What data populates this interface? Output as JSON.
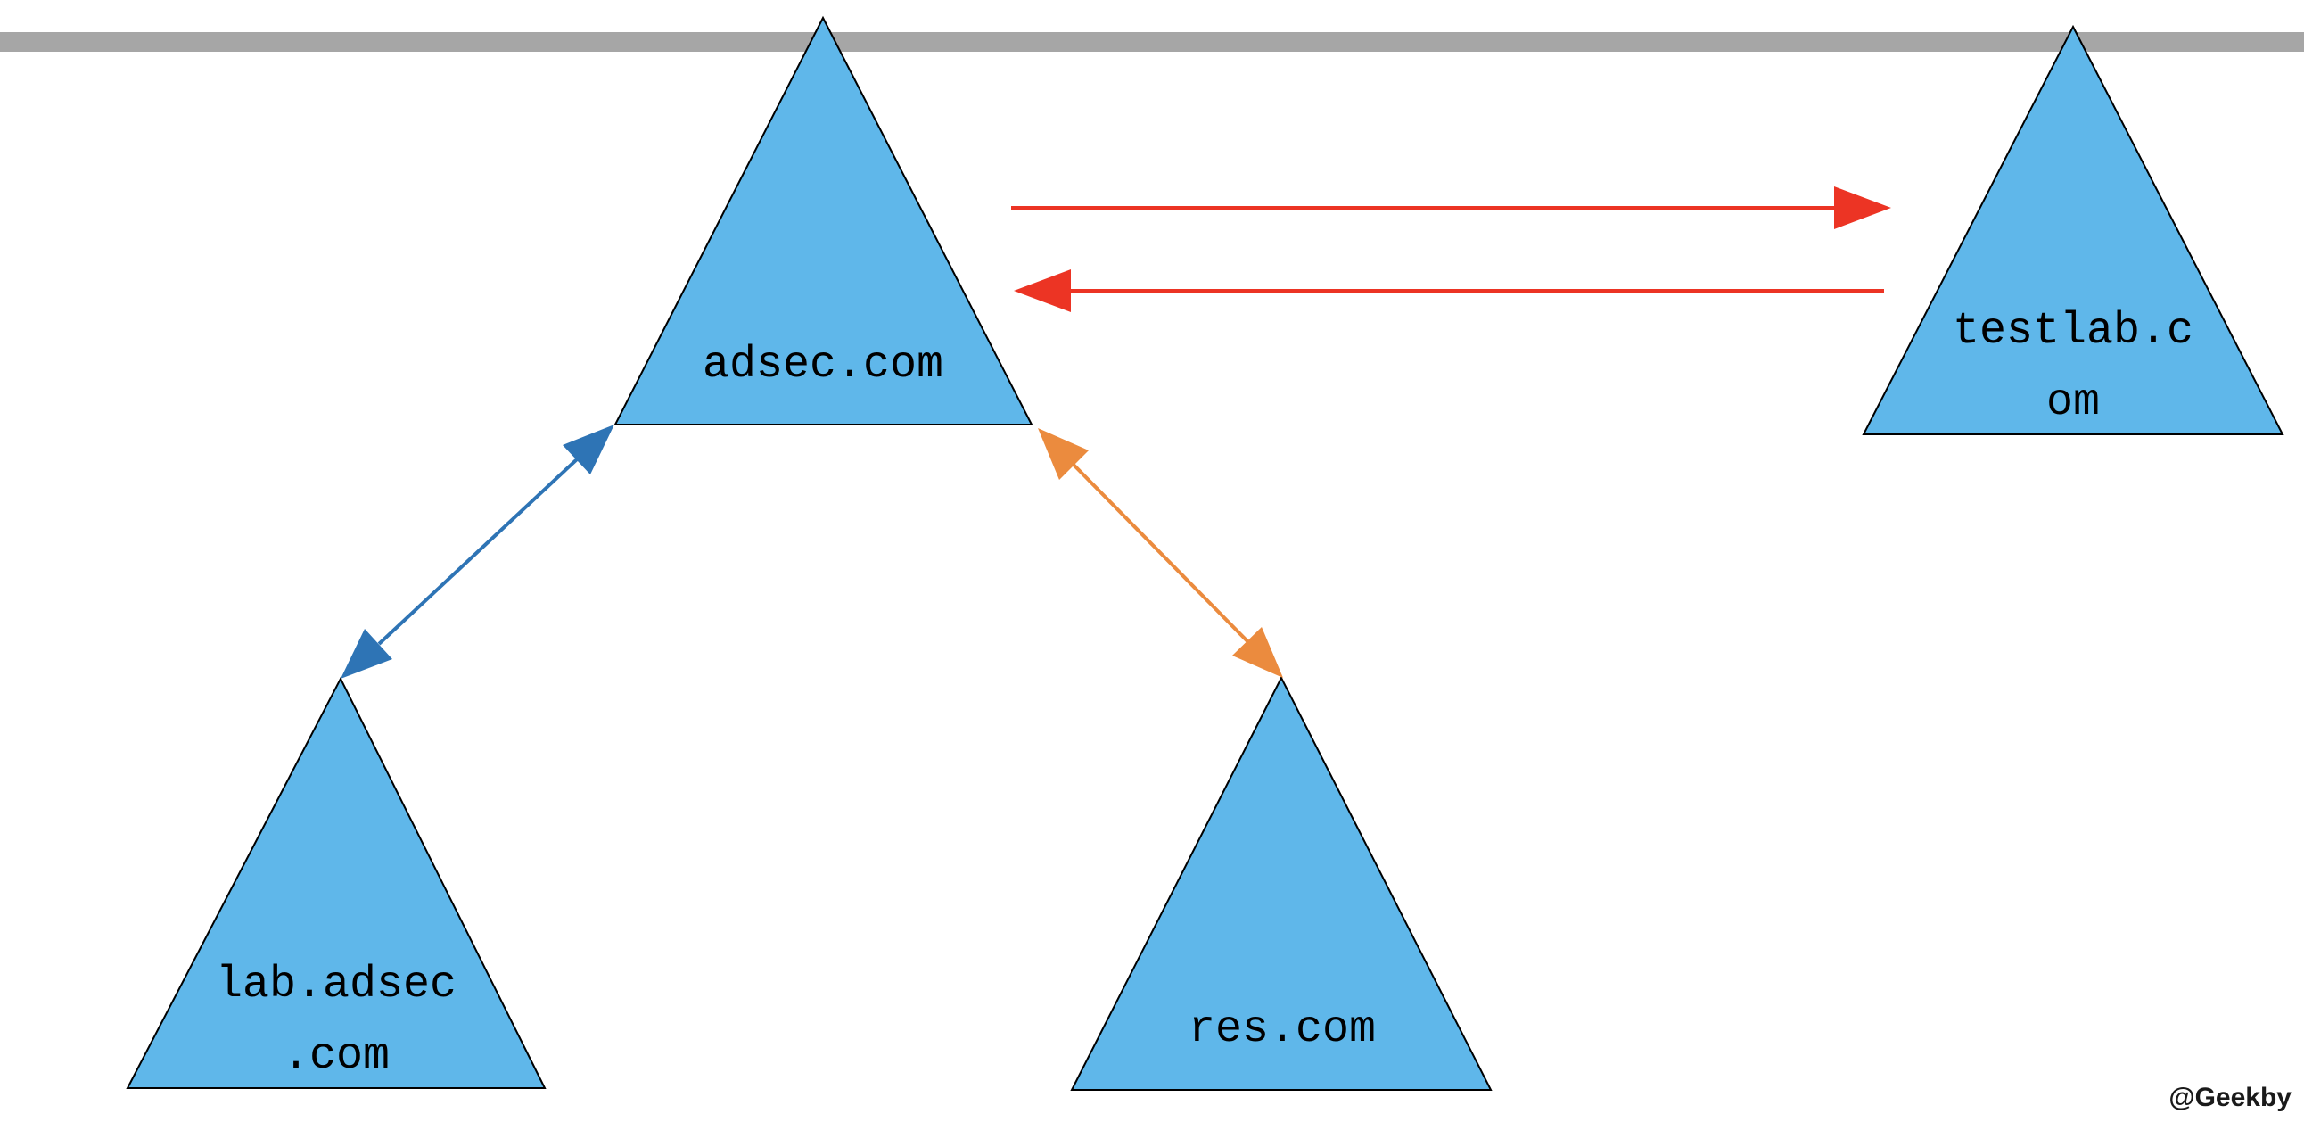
{
  "diagram": {
    "title_hint": "domain-trust-diagram",
    "background_color": "#ffffff",
    "top_bar_color": "#a6a6a6",
    "text_color": "#000000",
    "watermark": "@Geekby",
    "nodes": [
      {
        "id": "adsec",
        "label": "adsec.com",
        "fill": "#5fb7ea",
        "border": "#000000"
      },
      {
        "id": "testlab",
        "label": "testlab.c\nom",
        "fill": "#5fb7ea",
        "border": "#000000"
      },
      {
        "id": "lab",
        "label": "lab.adsec\n.com",
        "fill": "#5fb7ea",
        "border": "#000000"
      },
      {
        "id": "res",
        "label": "res.com",
        "fill": "#5fb7ea",
        "border": "#000000"
      }
    ],
    "edges": [
      {
        "id": "adsec-to-testlab",
        "from": "adsec.com",
        "to": "testlab.com",
        "direction": "one-way-right",
        "color": "#ec3424"
      },
      {
        "id": "testlab-to-adsec",
        "from": "testlab.com",
        "to": "adsec.com",
        "direction": "one-way-left",
        "color": "#ec3424"
      },
      {
        "id": "adsec-lab",
        "from": "adsec.com",
        "to": "lab.adsec.com",
        "direction": "two-way",
        "color": "#2e74b5"
      },
      {
        "id": "adsec-res",
        "from": "adsec.com",
        "to": "res.com",
        "direction": "two-way",
        "color": "#eb8b3e"
      }
    ]
  }
}
